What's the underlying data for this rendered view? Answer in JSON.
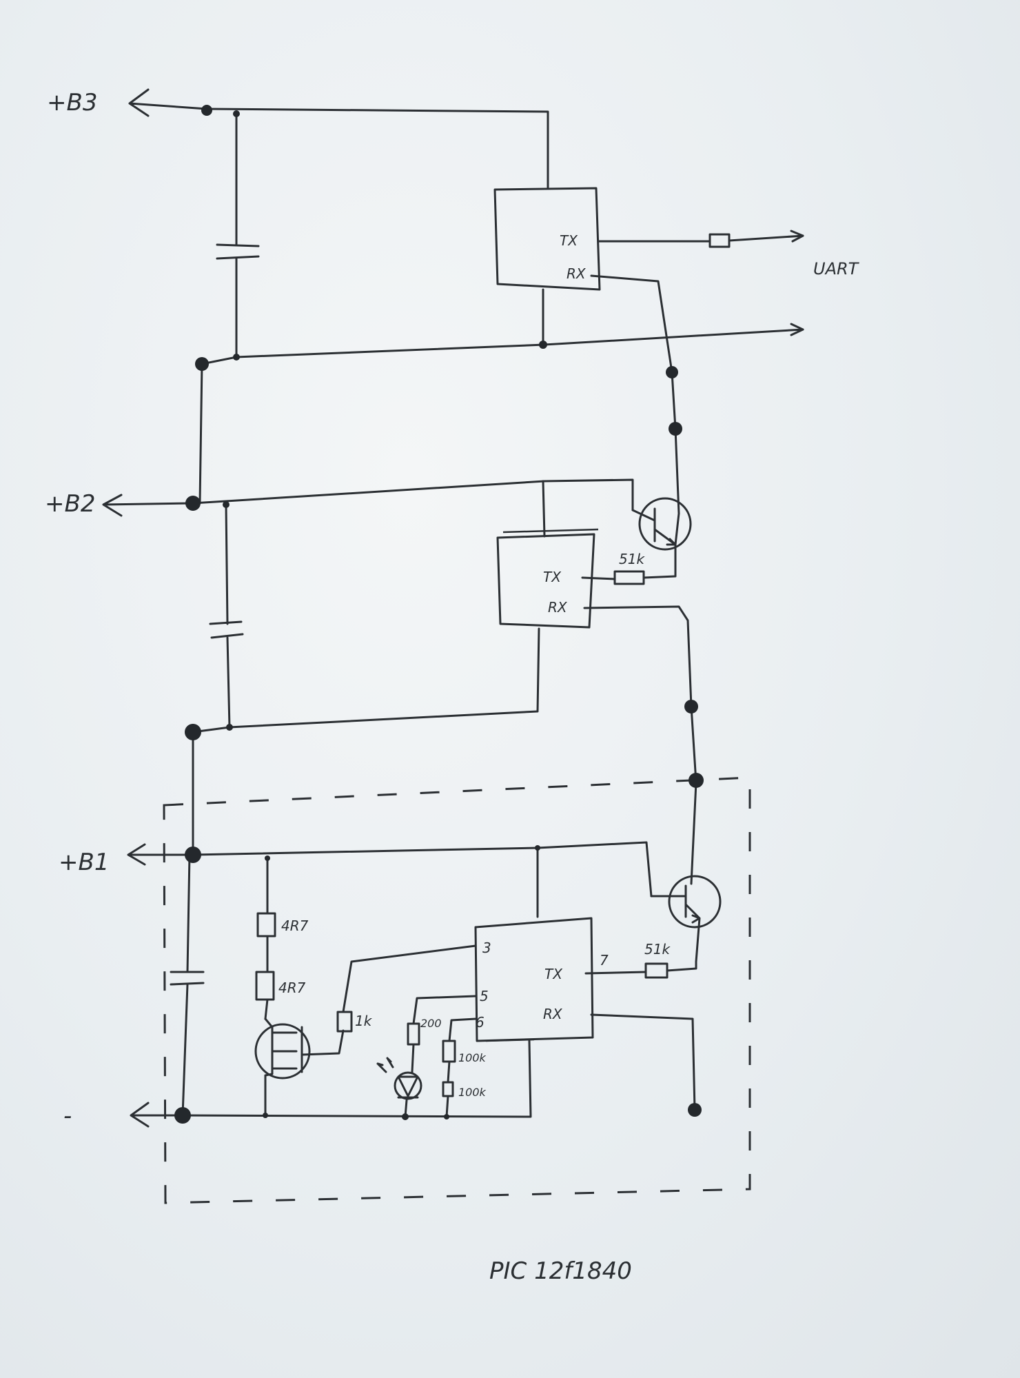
{
  "rails": {
    "b3": "+B3",
    "b2": "+B2",
    "b1": "+B1",
    "minus": "-"
  },
  "uart_label": "UART",
  "module3": {
    "tx": "TX",
    "rx": "RX"
  },
  "module2": {
    "tx": "TX",
    "rx": "RX"
  },
  "module1": {
    "tx": "TX",
    "rx": "RX",
    "pin3": "3",
    "pin5": "5",
    "pin6": "6",
    "pin7": "7"
  },
  "resistors": {
    "r_top": "51k",
    "r_bottom": "51k",
    "r_4r7_a": "4R7",
    "r_4r7_b": "4R7",
    "r_gate": "1k",
    "r_led": "200",
    "r_div_a": "100k",
    "r_div_b": "100k"
  },
  "footer_label": "PIC 12f1840"
}
